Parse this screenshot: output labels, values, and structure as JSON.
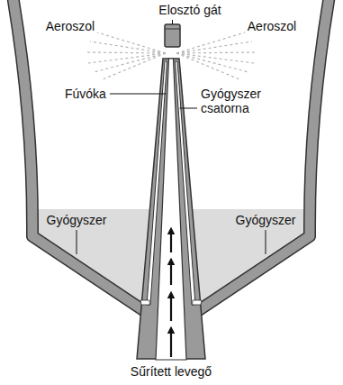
{
  "diagram": {
    "labels": [
      "Elosztó gát",
      "Aeroszol",
      "Aeroszol",
      "Fúvóka",
      "Gyógyszer csatorna",
      "Gyógyszer",
      "Gyógyszer",
      "Sűrített levegő"
    ]
  }
}
